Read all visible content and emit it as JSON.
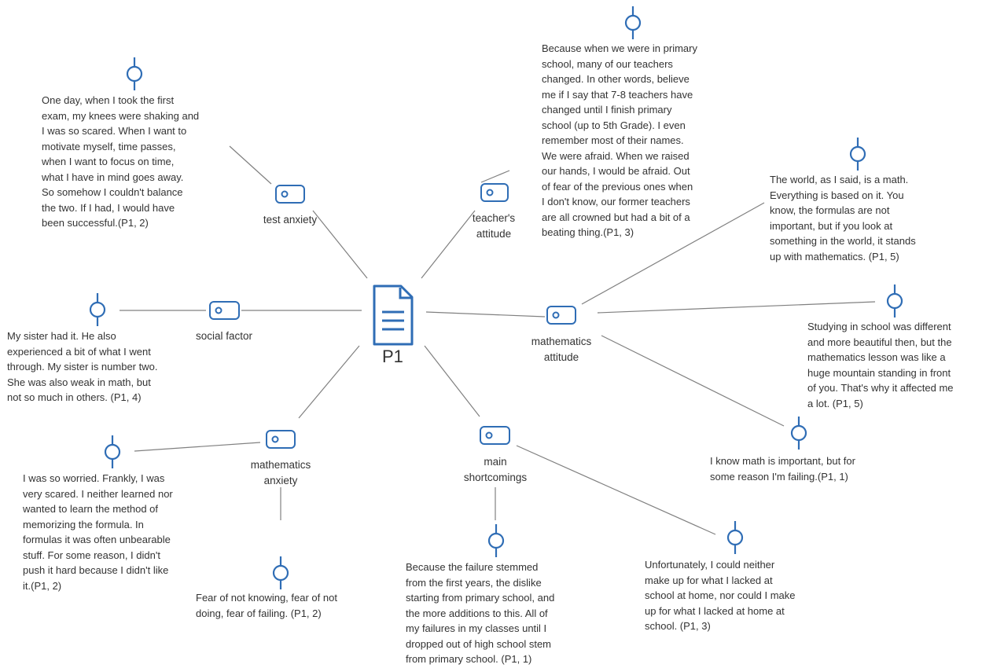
{
  "document": {
    "label": "P1"
  },
  "codes": {
    "test_anxiety": "test anxiety",
    "teachers_attitude": "teacher's\nattitude",
    "social_factor": "social factor",
    "mathematics_attitude": "mathematics\nattitude",
    "mathematics_anxiety": "mathematics\nanxiety",
    "main_shortcomings": "main\nshortcomings"
  },
  "quotes": {
    "q_test_anxiety": "One day, when I took the first\nexam, my knees were shaking and\nI was so scared. When I want to\nmotivate myself, time passes,\nwhen I want to focus on time,\nwhat I have in mind goes away.\nSo somehow I couldn't balance\nthe two. If I had, I would have\nbeen successful.(P1, 2)",
    "q_teachers_attitude": "Because when we were in primary\nschool, many of our teachers\nchanged. In other words, believe\nme if I say that 7-8 teachers have\nchanged until I finish primary\nschool (up to 5th Grade). I even\nremember most of their names.\nWe were afraid. When we raised\nour hands, I would be afraid. Out\nof fear of the previous ones when\nI don't know, our former teachers\nare all crowned but had a bit of a\nbeating thing.(P1, 3)",
    "q_world_math": "The world, as I said, is a math.\nEverything is based on it. You\nknow, the formulas are not\nimportant, but if you look at\nsomething in the world, it stands\nup with mathematics. (P1, 5)",
    "q_studying_school": "Studying in school was different\nand more beautiful then, but the\nmathematics lesson was like a\nhuge mountain standing in front\nof you. That's why it affected me\na lot.  (P1, 5)",
    "q_know_math": "I know math is important, but for\nsome reason I'm failing.(P1, 1)",
    "q_sister": "My sister had it. He also\nexperienced a bit of what I went\nthrough. My sister is number two.\nShe was also weak in math, but\nnot so much in others. (P1, 4)",
    "q_worried": "I was so worried. Frankly, I was\nvery scared. I neither learned nor\nwanted to learn the method of\nmemorizing the formula. In\nformulas it was often unbearable\nstuff. For some reason, I didn't\npush it hard because I didn't like\nit.(P1, 2)",
    "q_fear": "Fear of not knowing, fear of not\ndoing, fear of failing. (P1, 2)",
    "q_failure": "Because the failure stemmed\nfrom the first years, the dislike\nstarting from primary school, and\nthe more additions to this. All of\nmy failures in my classes until I\ndropped out of high school stem\nfrom primary school. (P1, 1)",
    "q_unfortunately": "Unfortunately, I could neither\nmake up for what I lacked at\nschool at home, nor could I make\nup for what I lacked at home at\nschool. (P1, 3)"
  },
  "colors": {
    "icon": "#2f6db5",
    "line": "#808080",
    "text": "#333333"
  },
  "icons": {
    "document": "document-icon",
    "code": "code-tag-icon",
    "quotation": "quotation-pin-icon"
  }
}
